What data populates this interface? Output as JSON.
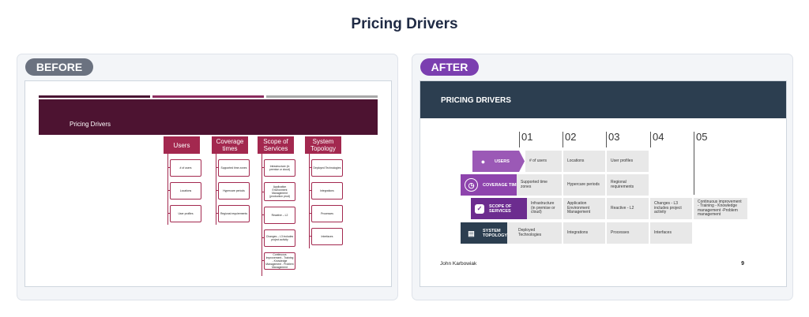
{
  "page_title": "Pricing Drivers",
  "before": {
    "badge": "BEFORE",
    "slide_title": "Pricing Drivers",
    "columns": [
      {
        "head": "Users",
        "items": [
          "# of users",
          "Locations",
          "User profiles"
        ]
      },
      {
        "head": "Coverage times",
        "items": [
          "Supported time zones",
          "Hypercare periods",
          "Regional requirements"
        ]
      },
      {
        "head": "Scope of Services",
        "items": [
          "Infrastructure (in premise or cloud)",
          "Application Environment Management (production prod)",
          "Reactive – L2",
          "Changes – L3 includes project activity",
          "Continuous Improvement - Training - Knowledge Management - Problem Management"
        ]
      },
      {
        "head": "System Topology",
        "items": [
          "Deployed Technologies",
          "Integrations",
          "Processes",
          "Interfaces"
        ]
      }
    ],
    "colors": {
      "header": "#4d1331",
      "accent": "#a3284f"
    }
  },
  "after": {
    "badge": "AFTER",
    "slide_title": "PRICING DRIVERS",
    "numbers": [
      "01",
      "02",
      "03",
      "04",
      "05"
    ],
    "rows": [
      {
        "label": "USERS",
        "icon": "user-icon",
        "color": "#9b59b6",
        "cells": [
          "# of users",
          "Locations",
          "User profiles"
        ]
      },
      {
        "label": "COVERAGE TIMES",
        "icon": "clock-icon",
        "color": "#8e44ad",
        "cells": [
          "Supported time zones",
          "Hypercare periods",
          "Regional requirements"
        ]
      },
      {
        "label": "SCOPE OF SERVICES",
        "icon": "checklist-icon",
        "color": "#6c2c8f",
        "cells": [
          "Infrastructure (in premise or cloud)",
          "Application Environment Management",
          "Reactive - L2",
          "Changes - L3 includes project activity",
          "Continuous improvement - Training - Knowledge management -Problem management"
        ]
      },
      {
        "label": "SYSTEM TOPOLOGY",
        "icon": "server-icon",
        "color": "#2c3e50",
        "cells": [
          "Deployed Technologies",
          "Integrations",
          "Processes",
          "Interfaces"
        ]
      }
    ],
    "footer_name": "John Karbowiak",
    "page_number": "9",
    "colors": {
      "header": "#2c3e50",
      "cell": "#e8e8e8"
    }
  }
}
